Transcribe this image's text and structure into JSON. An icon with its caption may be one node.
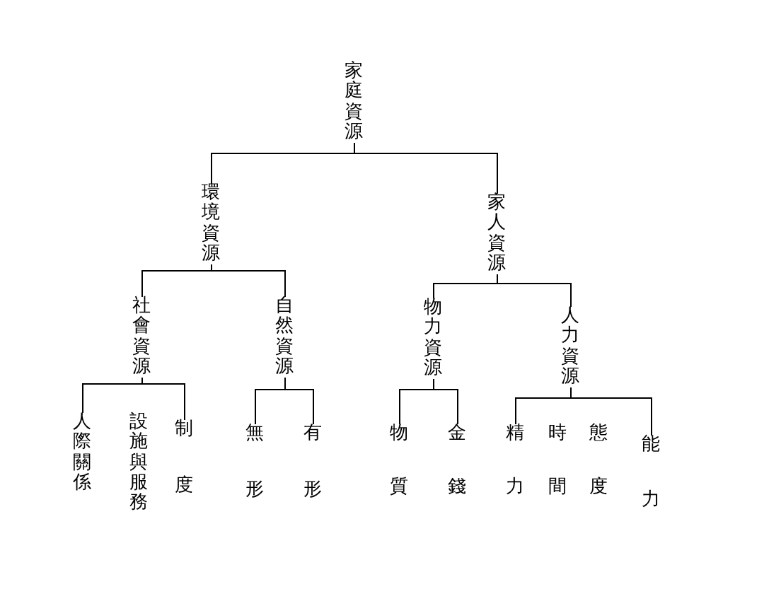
{
  "diagram": {
    "nodes": [
      {
        "text": [
          "家庭資源"
        ]
      },
      {
        "text": [
          "環境資源"
        ]
      },
      {
        "text": [
          "家人資源"
        ]
      },
      {
        "text": [
          "社會資源"
        ]
      },
      {
        "text": [
          "自然資源"
        ]
      },
      {
        "text": [
          "物力資源"
        ]
      },
      {
        "text": [
          "人力資源"
        ]
      },
      {
        "text": [
          "人際關係"
        ]
      },
      {
        "text": [
          "設施與服務"
        ]
      },
      {
        "text": [
          "制度"
        ]
      },
      {
        "text": [
          "無形"
        ]
      },
      {
        "text": [
          "有形"
        ]
      },
      {
        "text": [
          "物質"
        ]
      },
      {
        "text": [
          "金錢"
        ]
      },
      {
        "text": [
          "精力"
        ]
      },
      {
        "text": [
          "時間"
        ]
      },
      {
        "text": [
          "態度"
        ]
      },
      {
        "text": [
          "能力"
        ]
      }
    ],
    "edges": [
      {
        "from": 0,
        "to": 1,
        "arrow": "none"
      },
      {
        "from": 0,
        "to": 2,
        "arrow": "none"
      },
      {
        "from": 1,
        "to": 3,
        "arrow": "none"
      },
      {
        "from": 1,
        "to": 4,
        "arrow": "none"
      },
      {
        "from": 2,
        "to": 5,
        "arrow": "none"
      },
      {
        "from": 2,
        "to": 6,
        "arrow": "none"
      },
      {
        "from": 3,
        "to": 7,
        "arrow": "none"
      },
      {
        "from": 3,
        "to": 9,
        "arrow": "none"
      },
      {
        "from": 4,
        "to": 10,
        "arrow": "none"
      },
      {
        "from": 4,
        "to": 11,
        "arrow": "none"
      },
      {
        "from": 5,
        "to": 12,
        "arrow": "none"
      },
      {
        "from": 5,
        "to": 13,
        "arrow": "none"
      },
      {
        "from": 6,
        "to": 14,
        "arrow": "none"
      },
      {
        "from": 6,
        "to": 17,
        "arrow": "none"
      }
    ]
  }
}
